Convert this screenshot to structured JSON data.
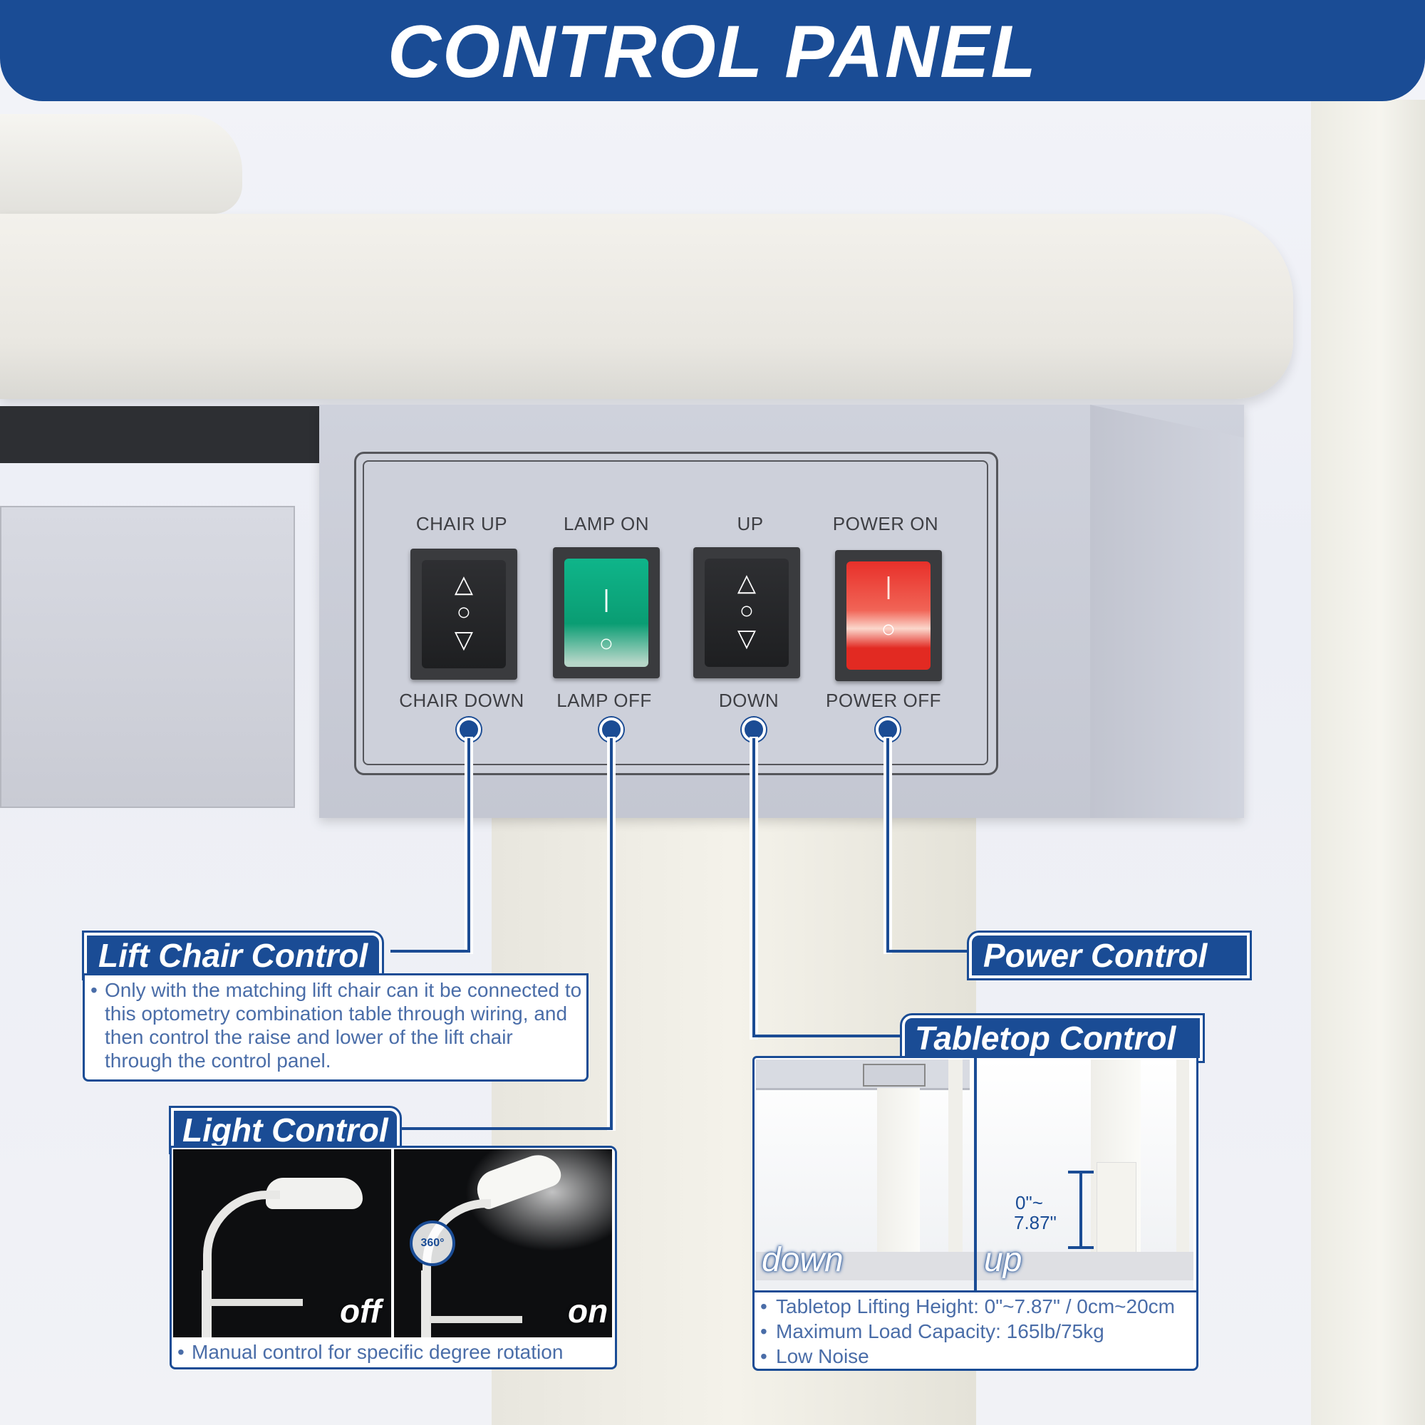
{
  "header": {
    "title": "CONTROL PANEL"
  },
  "switches": [
    {
      "top_label": "CHAIR UP",
      "bottom_label": "CHAIR DOWN",
      "style": "black",
      "icon": "up-circle-down-arrows-icon"
    },
    {
      "top_label": "LAMP ON",
      "bottom_label": "LAMP OFF",
      "style": "green",
      "icon": "on-off-icon"
    },
    {
      "top_label": "UP",
      "bottom_label": "DOWN",
      "style": "black",
      "icon": "up-circle-down-arrows-icon"
    },
    {
      "top_label": "POWER ON",
      "bottom_label": "POWER OFF",
      "style": "red",
      "icon": "on-off-icon"
    }
  ],
  "lift_chair": {
    "title": "Lift Chair Control",
    "bullets": [
      "Only with the matching lift chair can it be connected to this optometry combination table through wiring, and then control the raise and lower of the lift chair through the control panel."
    ]
  },
  "light": {
    "title": "Light Control",
    "off_label": "off",
    "on_label": "on",
    "rotation_label": "360°",
    "bullets": [
      "Manual control for specific degree rotation"
    ]
  },
  "power": {
    "title": "Power Control"
  },
  "tabletop": {
    "title": "Tabletop Control",
    "down_label": "down",
    "up_label": "up",
    "range_label_1": "0\"~",
    "range_label_2": "7.87\"",
    "bullets": [
      "Tabletop Lifting Height: 0\"~7.87\" / 0cm~20cm",
      "Maximum Load Capacity: 165lb/75kg",
      "Low Noise"
    ]
  },
  "colors": {
    "brand_blue": "#1a4c95",
    "lamp_green": "#0fb58a",
    "power_red": "#e8302a"
  }
}
